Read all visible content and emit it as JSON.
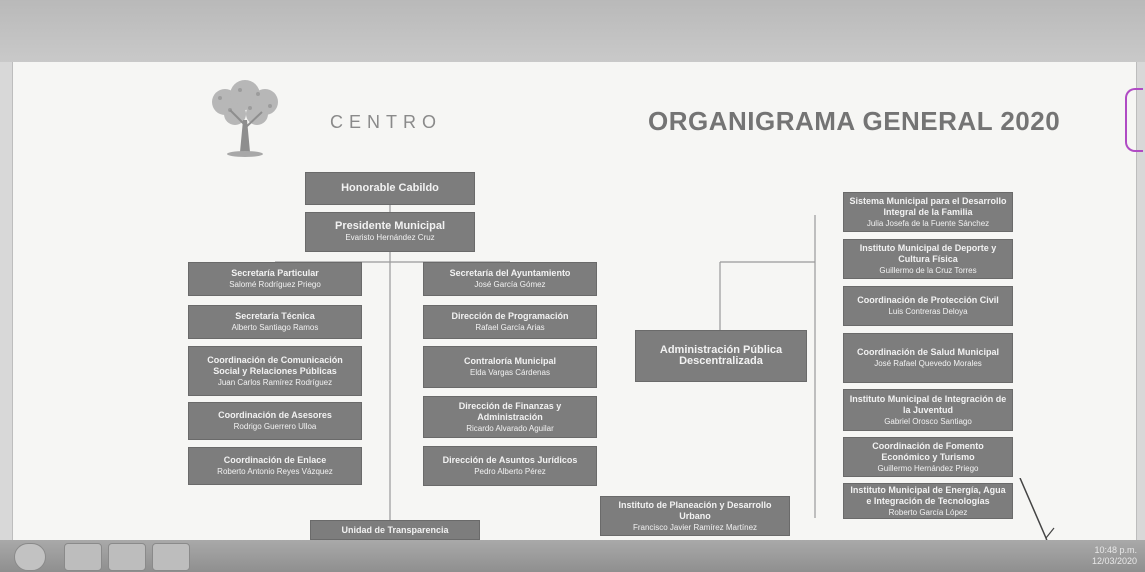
{
  "brand": "CENTRO",
  "title": "ORGANIGRAMA GENERAL 2020",
  "top": [
    {
      "title": "Honorable Cabildo",
      "name": ""
    },
    {
      "title": "Presidente Municipal",
      "name": "Evaristo Hernández Cruz"
    }
  ],
  "left_col": [
    {
      "title": "Secretaría Particular",
      "name": "Salomé Rodríguez Priego"
    },
    {
      "title": "Secretaría Técnica",
      "name": "Alberto Santiago Ramos"
    },
    {
      "title": "Coordinación de Comunicación Social y Relaciones Públicas",
      "name": "Juan Carlos Ramírez Rodríguez"
    },
    {
      "title": "Coordinación de Asesores",
      "name": "Rodrigo Guerrero Ulloa"
    },
    {
      "title": "Coordinación de Enlace",
      "name": "Roberto Antonio Reyes Vázquez"
    }
  ],
  "mid_col": [
    {
      "title": "Secretaría del Ayuntamiento",
      "name": "José García Gómez"
    },
    {
      "title": "Dirección de Programación",
      "name": "Rafael García Arias"
    },
    {
      "title": "Contraloría Municipal",
      "name": "Elda Vargas Cárdenas"
    },
    {
      "title": "Dirección de Finanzas y Administración",
      "name": "Ricardo Alvarado Aguilar"
    },
    {
      "title": "Dirección de Asuntos Jurídicos",
      "name": "Pedro Alberto Pérez"
    }
  ],
  "bottom": [
    {
      "title": "Unidad de Transparencia",
      "name": ""
    },
    {
      "title": "Instituto de Planeación y Desarrollo Urbano",
      "name": "Francisco Javier Ramírez Martínez"
    }
  ],
  "center": {
    "title": "Administración Pública Descentralizada",
    "name": ""
  },
  "right_col": [
    {
      "title": "Sistema Municipal para el Desarrollo Integral de la Familia",
      "name": "Julia Josefa de la Fuente Sánchez"
    },
    {
      "title": "Instituto Municipal de Deporte y Cultura Física",
      "name": "Guillermo de la Cruz Torres"
    },
    {
      "title": "Coordinación de Protección Civil",
      "name": "Luis Contreras Deloya"
    },
    {
      "title": "Coordinación de Salud Municipal",
      "name": "José Rafael Quevedo Morales"
    },
    {
      "title": "Instituto Municipal de Integración de la Juventud",
      "name": "Gabriel Orosco Santiago"
    },
    {
      "title": "Coordinación de Fomento Económico y Turismo",
      "name": "Guillermo Hernández Priego"
    },
    {
      "title": "Instituto Municipal de Energía, Agua e Integración de Tecnologías",
      "name": "Roberto García López"
    }
  ],
  "taskbar": {
    "time": "10:48 p.m.",
    "date": "12/03/2020"
  }
}
